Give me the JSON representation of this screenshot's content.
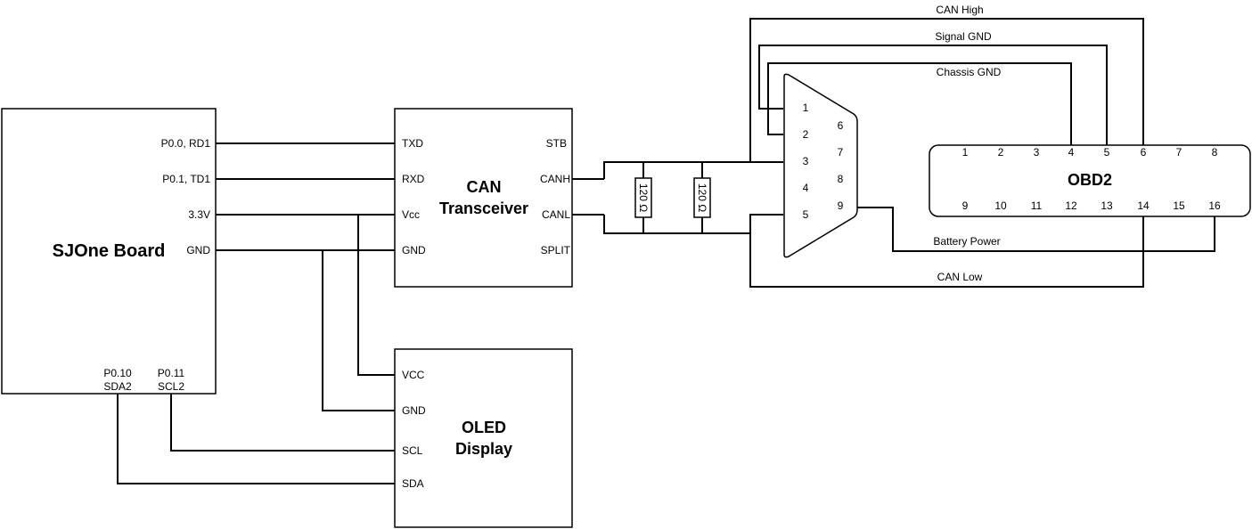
{
  "sjone": {
    "title": "SJOne Board",
    "pins": {
      "p00": "P0.0, RD1",
      "p01": "P0.1, TD1",
      "v33": "3.3V",
      "gnd": "GND",
      "p010_a": "P0.10",
      "p010_b": "SDA2",
      "p011_a": "P0.11",
      "p011_b": "SCL2"
    }
  },
  "can_transceiver": {
    "title_line1": "CAN",
    "title_line2": "Transceiver",
    "pins": {
      "txd": "TXD",
      "rxd": "RXD",
      "vcc": "Vcc",
      "gnd": "GND",
      "stb": "STB",
      "canh": "CANH",
      "canl": "CANL",
      "split": "SPLIT"
    }
  },
  "oled": {
    "title_line1": "OLED",
    "title_line2": "Display",
    "pins": {
      "vcc": "VCC",
      "gnd": "GND",
      "scl": "SCL",
      "sda": "SDA"
    }
  },
  "resistors": [
    "120 Ω",
    "120 Ω"
  ],
  "db9": {
    "pins": [
      "1",
      "2",
      "3",
      "4",
      "5",
      "6",
      "7",
      "8",
      "9"
    ]
  },
  "obd2": {
    "title": "OBD2",
    "pins_top": [
      "1",
      "2",
      "3",
      "4",
      "5",
      "6",
      "7",
      "8"
    ],
    "pins_bottom": [
      "9",
      "10",
      "11",
      "12",
      "13",
      "14",
      "15",
      "16"
    ]
  },
  "wire_labels": {
    "can_high": "CAN High",
    "signal_gnd": "Signal GND",
    "chassis_gnd": "Chassis GND",
    "battery_power": "Battery Power",
    "can_low": "CAN Low"
  }
}
